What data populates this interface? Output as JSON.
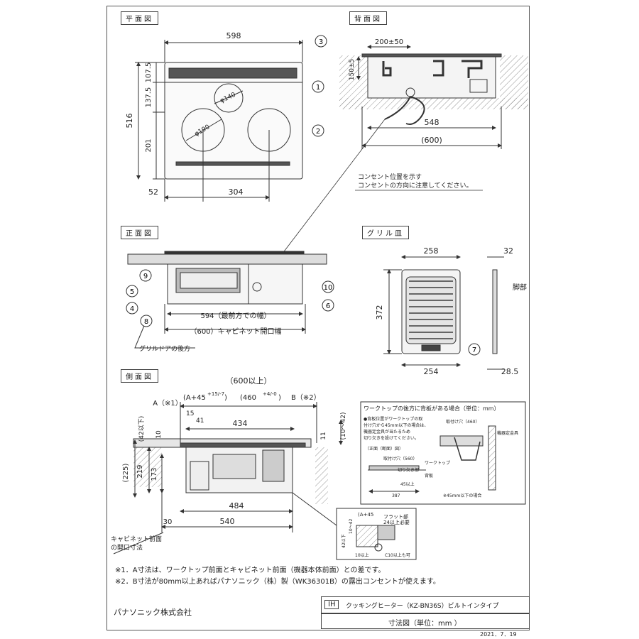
{
  "views": {
    "plan": "平面図",
    "back": "背面図",
    "front": "正面図",
    "grill": "グリル皿",
    "side": "側面図"
  },
  "plan_dims": {
    "width": "598",
    "depth": "516",
    "d1": "107.5",
    "d2": "137.5",
    "d3": "201",
    "bottom_left": "52",
    "bottom_mid": "304",
    "phi_small": "φ140",
    "phi_large": "φ190"
  },
  "back_dims": {
    "top": "200±50",
    "left": "150±5",
    "bottom": "548",
    "bottom2": "(600)"
  },
  "outlet_note": {
    "line1": "コンセント位置を示す",
    "line2": "コンセントの方向に注意してください。"
  },
  "front_dims": {
    "w1": "594（最前方での幅）",
    "w2": "（600）キャビネット開口幅",
    "grill_door": "グリルドアの後方"
  },
  "grill_dims": {
    "top_w": "258",
    "side_w": "32",
    "height": "372",
    "bottom_w": "254",
    "side_bottom": "28.5",
    "foot": "脚部"
  },
  "side_dims": {
    "top": "（600以上）",
    "a": "A（※1）",
    "a_expr": "(A+45",
    "a_tol": "+15/-7",
    "a_close": ")",
    "mid": "(460",
    "mid_tol": "+4/-0",
    "mid_close": ")",
    "b": "B（※2）",
    "d15": "15",
    "d41": "41",
    "d434": "434",
    "d42": "(42以下)",
    "d10": "10",
    "d11": "11",
    "d10_42": "(10〜42)",
    "d225": "(225)",
    "d219": "219",
    "d173": "173",
    "d484": "484",
    "d540": "540",
    "d30": "30",
    "cab_note1": "キャビネット前面",
    "cab_note2": "の開口寸法"
  },
  "inset": {
    "title": "ワークトップの後方に背板がある場合（単位：mm）",
    "note1": "●背板位置がワークトップの取",
    "note2": "付け穴から45mm以下の場合は、",
    "note3": "機器定金具が当たるため",
    "note4": "切り欠きを設けてください。",
    "section": "（正面（断面）図）",
    "d560": "取付け穴（560）",
    "worktop": "ワークトップ",
    "back": "背板",
    "d45": "45以上",
    "d387": "387",
    "d460": "取付け穴（460）",
    "notch": "※45mm以下の場合",
    "cut": "切り欠き部",
    "bracket": "機器定金具"
  },
  "detail": {
    "a45": "(A+45",
    "flat": "フラット部",
    "flat2": "24以上必要",
    "d10_42": "10〜42",
    "d42": "42以下",
    "d10": "10以上",
    "c10": "C10以上も可"
  },
  "notes": {
    "n1": "※1．A寸法は、ワークトップ前面とキャビネット前面（機器本体前面）との差です。",
    "n2": "※2．B寸法が80mm以上あればパナソニック（株）製（WK36301B）の露出コンセントが使えます。"
  },
  "title_block": {
    "company": "パナソニック株式会社",
    "ih": "IH",
    "product": "クッキングヒーター（KZ-BN36S）ビルトインタイプ",
    "doc": "寸法図（単位：mm ）",
    "date": "2021．7．19"
  },
  "callouts": [
    "1",
    "2",
    "3",
    "4",
    "5",
    "6",
    "7",
    "8",
    "9",
    "10"
  ]
}
